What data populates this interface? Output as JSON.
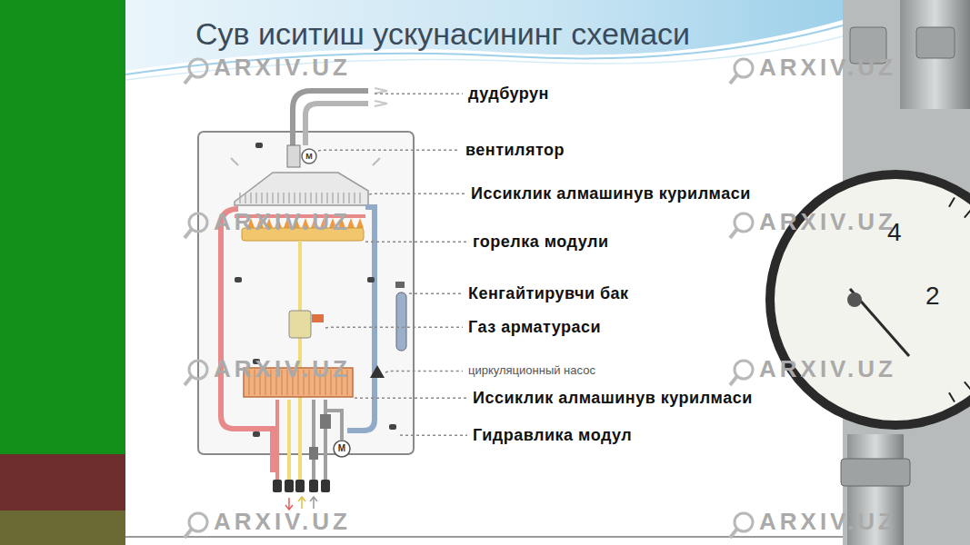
{
  "diagram": {
    "title": "Сув иситиш ускунасининг схемаси",
    "labels": [
      "дудбурун",
      "вентилятор",
      "Иссиклик алмашинув курилмаси",
      "горелка модули",
      "Кенгайтирувчи бак",
      "Газ арматураси",
      "циркуляционный насос",
      "Иссиклик алмашинув курилмаси",
      "Гидравлика модул",
      "M",
      "M",
      "4",
      "2",
      "ARXIV.UZ",
      "ARXIV.UZ",
      "ARXIV.UZ",
      "ARXIV.UZ",
      "ARXIV.UZ",
      "ARXIV.UZ",
      "ARXIV.UZ",
      "ARXIV.UZ"
    ]
  }
}
